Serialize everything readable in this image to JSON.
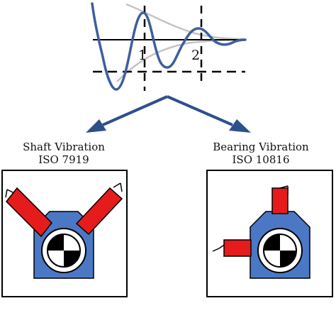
{
  "waveform": {
    "markers": [
      "1",
      "2"
    ]
  },
  "left_panel": {
    "title": "Shaft Vibration",
    "standard": "ISO 7919"
  },
  "right_panel": {
    "title": "Bearing Vibration",
    "standard": "ISO 10816"
  },
  "colors": {
    "wave": "#3d5f9e",
    "envelope": "#c4c4c4",
    "arrow": "#2f4f8a",
    "housing": "#4a78c4",
    "sensor": "#e61b1b",
    "line": "#000000"
  }
}
